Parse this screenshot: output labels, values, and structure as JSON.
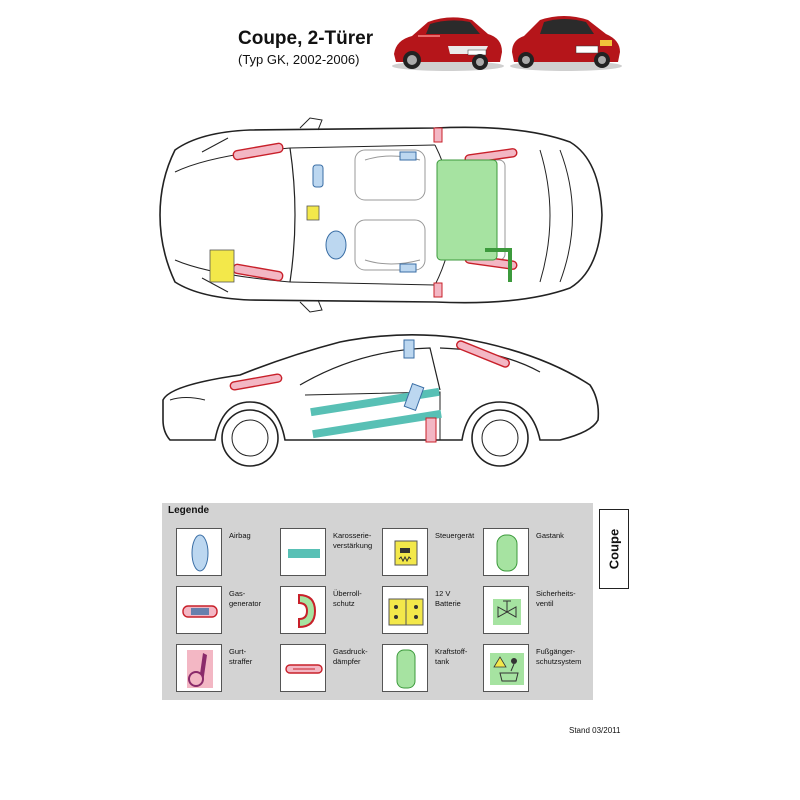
{
  "header": {
    "title": "Coupe, 2-Türer",
    "subtitle": "(Typ GK, 2002-2006)"
  },
  "legend": {
    "title": "Legende",
    "items": [
      {
        "label": "Airbag",
        "icon": "airbag-icon"
      },
      {
        "label": "Karosserie-\nverstärkung",
        "icon": "body-reinforcement-icon"
      },
      {
        "label": "Steuergerät",
        "icon": "control-unit-icon"
      },
      {
        "label": "Gastank",
        "icon": "gas-tank-icon"
      },
      {
        "label": "Gas-\ngenerator",
        "icon": "gas-generator-icon"
      },
      {
        "label": "Überroll-\nschutz",
        "icon": "rollover-protection-icon"
      },
      {
        "label": "12 V\nBatterie",
        "icon": "battery-icon"
      },
      {
        "label": "Sicherheits-\nventil",
        "icon": "safety-valve-icon"
      },
      {
        "label": "Gurt-\nstraffer",
        "icon": "belt-tensioner-icon"
      },
      {
        "label": "Gasdruck-\ndämpfer",
        "icon": "gas-strut-icon"
      },
      {
        "label": "Kraftstoff-\ntank",
        "icon": "fuel-tank-icon"
      },
      {
        "label": "Fußgänger-\nschutzsystem",
        "icon": "pedestrian-protection-icon"
      }
    ]
  },
  "variant_label": "Coupe",
  "footer": {
    "stand": "Stand 03/2011"
  },
  "colors": {
    "airbag": "#bcd7f0",
    "reinforcement": "#58c0b5",
    "control_unit": "#f3e84a",
    "tank": "#a6e3a1",
    "gas_generator": "#f3b7c4",
    "red_outline": "#c8202a",
    "legend_bg": "#d3d3d3",
    "car_red": "#b5151a"
  }
}
